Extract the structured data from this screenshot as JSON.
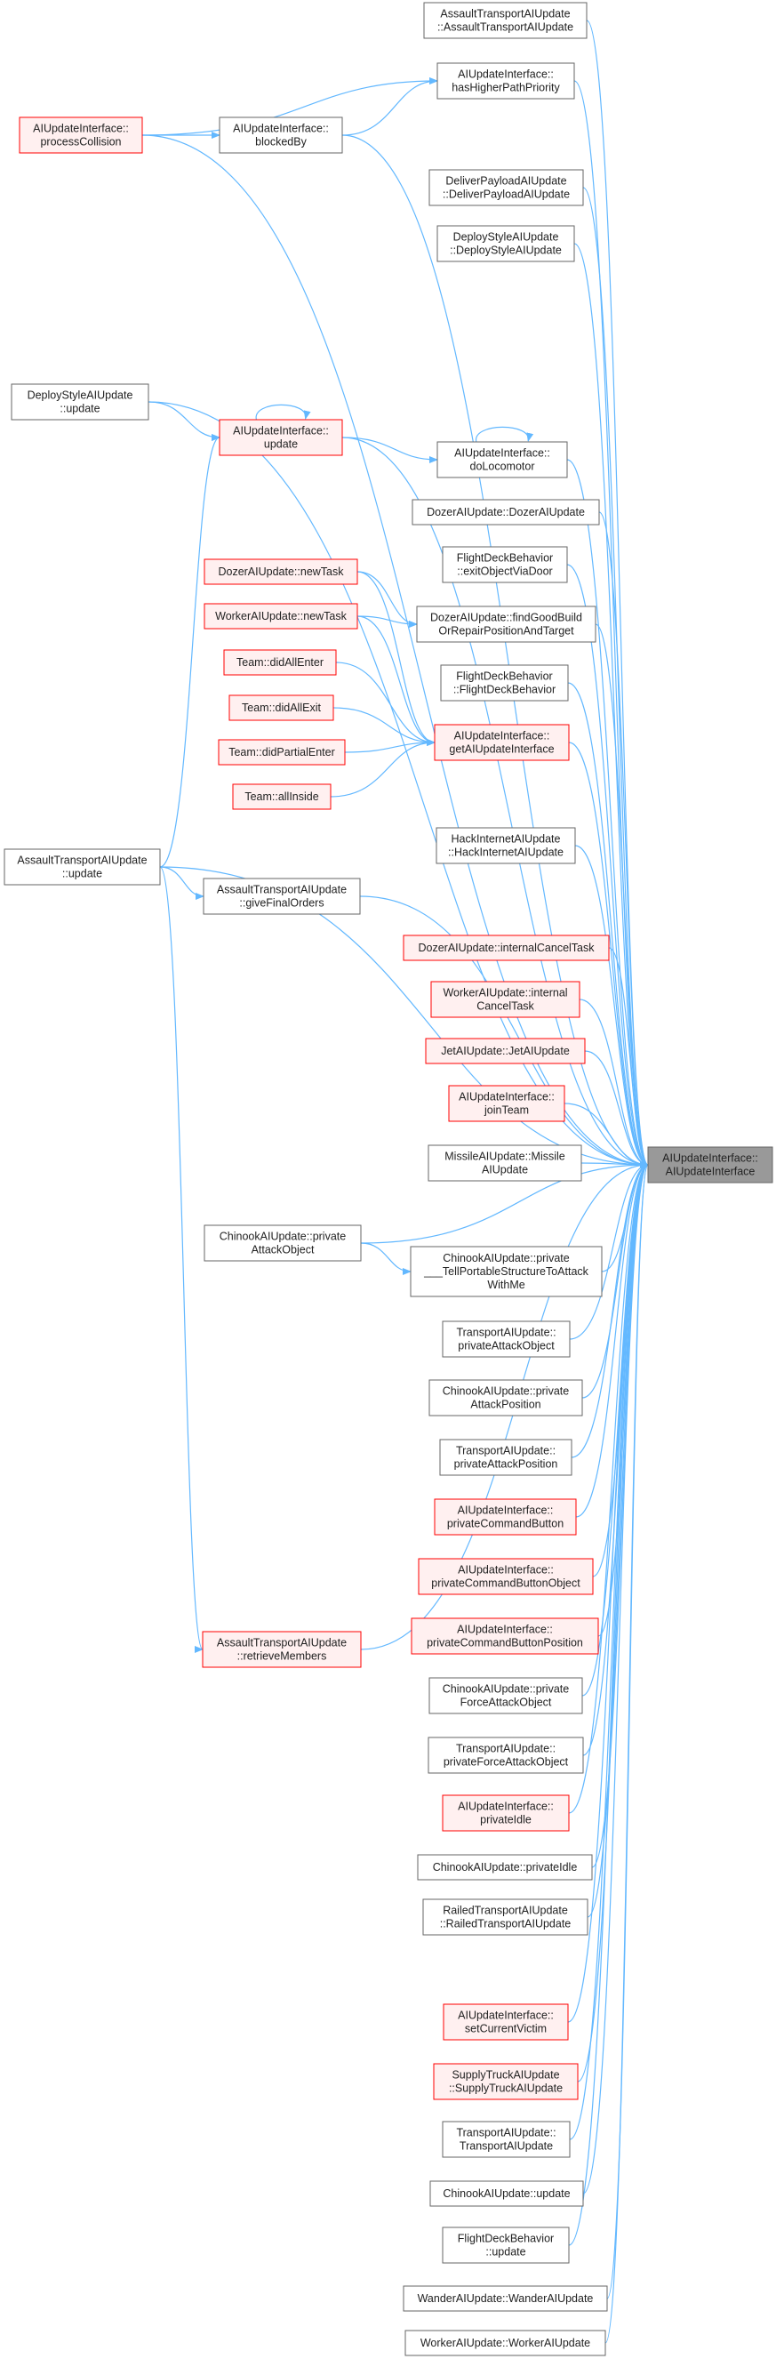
{
  "colors": {
    "edge": "#63b8ff",
    "normal_border": "#666666",
    "normal_fill": "#ffffff",
    "red_border": "#ff0000",
    "red_fill": "#fff0f0",
    "focus_fill": "#999999",
    "focus_border": "#666666"
  },
  "nodes": [
    {
      "id": "target",
      "style": "focus",
      "lines": [
        "AIUpdateInterface::",
        "AIUpdateInterface"
      ]
    },
    {
      "id": "atu_ctor",
      "style": "normal",
      "lines": [
        "AssaultTransportAIUpdate",
        "::AssaultTransportAIUpdate"
      ]
    },
    {
      "id": "hasHigherPathPriority",
      "style": "normal",
      "lines": [
        "AIUpdateInterface::",
        "hasHigherPathPriority"
      ]
    },
    {
      "id": "processCollision",
      "style": "red",
      "lines": [
        "AIUpdateInterface::",
        "processCollision"
      ]
    },
    {
      "id": "blockedBy",
      "style": "normal",
      "lines": [
        "AIUpdateInterface::",
        "blockedBy"
      ]
    },
    {
      "id": "deliverPayload_ctor",
      "style": "normal",
      "lines": [
        "DeliverPayloadAIUpdate",
        "::DeliverPayloadAIUpdate"
      ]
    },
    {
      "id": "deployStyle_ctor",
      "style": "normal",
      "lines": [
        "DeployStyleAIUpdate",
        "::DeployStyleAIUpdate"
      ]
    },
    {
      "id": "deployStyle_update",
      "style": "normal",
      "lines": [
        "DeployStyleAIUpdate",
        "::update"
      ]
    },
    {
      "id": "aiui_update",
      "style": "red",
      "lines": [
        "AIUpdateInterface::",
        "update"
      ]
    },
    {
      "id": "doLocomotor",
      "style": "normal",
      "lines": [
        "AIUpdateInterface::",
        "doLocomotor"
      ]
    },
    {
      "id": "dozer_ctor",
      "style": "normal",
      "lines": [
        "DozerAIUpdate::DozerAIUpdate"
      ]
    },
    {
      "id": "fdb_exitObjectViaDoor",
      "style": "normal",
      "lines": [
        "FlightDeckBehavior",
        "::exitObjectViaDoor"
      ]
    },
    {
      "id": "dozer_newTask",
      "style": "red",
      "lines": [
        "DozerAIUpdate::newTask"
      ]
    },
    {
      "id": "worker_newTask",
      "style": "red",
      "lines": [
        "WorkerAIUpdate::newTask"
      ]
    },
    {
      "id": "findGoodBuild",
      "style": "normal",
      "lines": [
        "DozerAIUpdate::findGoodBuild",
        "OrRepairPositionAndTarget"
      ]
    },
    {
      "id": "team_didAllEnter",
      "style": "red",
      "lines": [
        "Team::didAllEnter"
      ]
    },
    {
      "id": "fdb_ctor",
      "style": "normal",
      "lines": [
        "FlightDeckBehavior",
        "::FlightDeckBehavior"
      ]
    },
    {
      "id": "team_didAllExit",
      "style": "red",
      "lines": [
        "Team::didAllExit"
      ]
    },
    {
      "id": "getAIUpdateInterface",
      "style": "red",
      "lines": [
        "AIUpdateInterface::",
        "getAIUpdateInterface"
      ]
    },
    {
      "id": "team_didPartialEnter",
      "style": "red",
      "lines": [
        "Team::didPartialEnter"
      ]
    },
    {
      "id": "team_allInside",
      "style": "red",
      "lines": [
        "Team::allInside"
      ]
    },
    {
      "id": "hack_ctor",
      "style": "normal",
      "lines": [
        "HackInternetAIUpdate",
        "::HackInternetAIUpdate"
      ]
    },
    {
      "id": "atu_update",
      "style": "normal",
      "lines": [
        "AssaultTransportAIUpdate",
        "::update"
      ]
    },
    {
      "id": "atu_giveFinalOrders",
      "style": "normal",
      "lines": [
        "AssaultTransportAIUpdate",
        "::giveFinalOrders"
      ]
    },
    {
      "id": "dozer_internalCancelTask",
      "style": "red",
      "lines": [
        "DozerAIUpdate::internalCancelTask"
      ]
    },
    {
      "id": "worker_internalCancelTask",
      "style": "red",
      "lines": [
        "WorkerAIUpdate::internal",
        "CancelTask"
      ]
    },
    {
      "id": "jet_ctor",
      "style": "red",
      "lines": [
        "JetAIUpdate::JetAIUpdate"
      ]
    },
    {
      "id": "joinTeam",
      "style": "red",
      "lines": [
        "AIUpdateInterface::",
        "joinTeam"
      ]
    },
    {
      "id": "missile_ctor",
      "style": "normal",
      "lines": [
        "MissileAIUpdate::Missile",
        "AIUpdate"
      ]
    },
    {
      "id": "chinook_privateAttackObject",
      "style": "normal",
      "lines": [
        "ChinookAIUpdate::private",
        "AttackObject"
      ]
    },
    {
      "id": "chinook_tellPortable",
      "style": "normal",
      "lines": [
        "ChinookAIUpdate::private",
        "___TellPortableStructureToAttack",
        "WithMe"
      ]
    },
    {
      "id": "transport_privateAttackObject",
      "style": "normal",
      "lines": [
        "TransportAIUpdate::",
        "privateAttackObject"
      ]
    },
    {
      "id": "chinook_privateAttackPosition",
      "style": "normal",
      "lines": [
        "ChinookAIUpdate::private",
        "AttackPosition"
      ]
    },
    {
      "id": "transport_privateAttackPosition",
      "style": "normal",
      "lines": [
        "TransportAIUpdate::",
        "privateAttackPosition"
      ]
    },
    {
      "id": "privateCommandButton",
      "style": "red",
      "lines": [
        "AIUpdateInterface::",
        "privateCommandButton"
      ]
    },
    {
      "id": "privateCommandButtonObject",
      "style": "red",
      "lines": [
        "AIUpdateInterface::",
        "privateCommandButtonObject"
      ]
    },
    {
      "id": "privateCommandButtonPosition",
      "style": "red",
      "lines": [
        "AIUpdateInterface::",
        "privateCommandButtonPosition"
      ]
    },
    {
      "id": "atu_retrieveMembers",
      "style": "red",
      "lines": [
        "AssaultTransportAIUpdate",
        "::retrieveMembers"
      ]
    },
    {
      "id": "chinook_privateForceAttackObject",
      "style": "normal",
      "lines": [
        "ChinookAIUpdate::private",
        "ForceAttackObject"
      ]
    },
    {
      "id": "transport_privateForceAttackObject",
      "style": "normal",
      "lines": [
        "TransportAIUpdate::",
        "privateForceAttackObject"
      ]
    },
    {
      "id": "privateIdle",
      "style": "red",
      "lines": [
        "AIUpdateInterface::",
        "privateIdle"
      ]
    },
    {
      "id": "chinook_privateIdle",
      "style": "normal",
      "lines": [
        "ChinookAIUpdate::privateIdle"
      ]
    },
    {
      "id": "railed_ctor",
      "style": "normal",
      "lines": [
        "RailedTransportAIUpdate",
        "::RailedTransportAIUpdate"
      ]
    },
    {
      "id": "setCurrentVictim",
      "style": "red",
      "lines": [
        "AIUpdateInterface::",
        "setCurrentVictim"
      ]
    },
    {
      "id": "supplyTruck_ctor",
      "style": "red",
      "lines": [
        "SupplyTruckAIUpdate",
        "::SupplyTruckAIUpdate"
      ]
    },
    {
      "id": "transport_ctor",
      "style": "normal",
      "lines": [
        "TransportAIUpdate::",
        "TransportAIUpdate"
      ]
    },
    {
      "id": "chinook_update",
      "style": "normal",
      "lines": [
        "ChinookAIUpdate::update"
      ]
    },
    {
      "id": "fdb_update",
      "style": "normal",
      "lines": [
        "FlightDeckBehavior",
        "::update"
      ]
    },
    {
      "id": "wander_ctor",
      "style": "normal",
      "lines": [
        "WanderAIUpdate::WanderAIUpdate"
      ]
    },
    {
      "id": "worker_ctor",
      "style": "normal",
      "lines": [
        "WorkerAIUpdate::WorkerAIUpdate"
      ]
    }
  ],
  "edges": [
    {
      "from": "atu_ctor",
      "to": "target"
    },
    {
      "from": "hasHigherPathPriority",
      "to": "target"
    },
    {
      "from": "processCollision",
      "to": "hasHigherPathPriority"
    },
    {
      "from": "processCollision",
      "to": "blockedBy"
    },
    {
      "from": "processCollision",
      "to": "target"
    },
    {
      "from": "blockedBy",
      "to": "hasHigherPathPriority"
    },
    {
      "from": "blockedBy",
      "to": "target"
    },
    {
      "from": "deliverPayload_ctor",
      "to": "target"
    },
    {
      "from": "deployStyle_ctor",
      "to": "target"
    },
    {
      "from": "deployStyle_update",
      "to": "target"
    },
    {
      "from": "deployStyle_update",
      "to": "aiui_update"
    },
    {
      "from": "aiui_update",
      "to": "aiui_update"
    },
    {
      "from": "aiui_update",
      "to": "doLocomotor"
    },
    {
      "from": "aiui_update",
      "to": "target"
    },
    {
      "from": "doLocomotor",
      "to": "doLocomotor"
    },
    {
      "from": "doLocomotor",
      "to": "target"
    },
    {
      "from": "dozer_ctor",
      "to": "target"
    },
    {
      "from": "fdb_exitObjectViaDoor",
      "to": "target"
    },
    {
      "from": "dozer_newTask",
      "to": "findGoodBuild"
    },
    {
      "from": "dozer_newTask",
      "to": "getAIUpdateInterface"
    },
    {
      "from": "worker_newTask",
      "to": "findGoodBuild"
    },
    {
      "from": "worker_newTask",
      "to": "getAIUpdateInterface"
    },
    {
      "from": "findGoodBuild",
      "to": "target"
    },
    {
      "from": "team_didAllEnter",
      "to": "getAIUpdateInterface"
    },
    {
      "from": "fdb_ctor",
      "to": "target"
    },
    {
      "from": "team_didAllExit",
      "to": "getAIUpdateInterface"
    },
    {
      "from": "getAIUpdateInterface",
      "to": "target"
    },
    {
      "from": "team_didPartialEnter",
      "to": "getAIUpdateInterface"
    },
    {
      "from": "team_allInside",
      "to": "getAIUpdateInterface"
    },
    {
      "from": "hack_ctor",
      "to": "target"
    },
    {
      "from": "atu_update",
      "to": "target"
    },
    {
      "from": "atu_update",
      "to": "aiui_update"
    },
    {
      "from": "atu_update",
      "to": "atu_giveFinalOrders"
    },
    {
      "from": "atu_update",
      "to": "atu_retrieveMembers"
    },
    {
      "from": "atu_giveFinalOrders",
      "to": "target"
    },
    {
      "from": "dozer_internalCancelTask",
      "to": "target"
    },
    {
      "from": "worker_internalCancelTask",
      "to": "target"
    },
    {
      "from": "jet_ctor",
      "to": "target"
    },
    {
      "from": "joinTeam",
      "to": "target"
    },
    {
      "from": "missile_ctor",
      "to": "target"
    },
    {
      "from": "chinook_privateAttackObject",
      "to": "target"
    },
    {
      "from": "chinook_privateAttackObject",
      "to": "chinook_tellPortable"
    },
    {
      "from": "chinook_tellPortable",
      "to": "target"
    },
    {
      "from": "transport_privateAttackObject",
      "to": "target"
    },
    {
      "from": "chinook_privateAttackPosition",
      "to": "target"
    },
    {
      "from": "transport_privateAttackPosition",
      "to": "target"
    },
    {
      "from": "privateCommandButton",
      "to": "target"
    },
    {
      "from": "privateCommandButtonObject",
      "to": "target"
    },
    {
      "from": "privateCommandButtonPosition",
      "to": "target"
    },
    {
      "from": "atu_retrieveMembers",
      "to": "target"
    },
    {
      "from": "chinook_privateForceAttackObject",
      "to": "target"
    },
    {
      "from": "transport_privateForceAttackObject",
      "to": "target"
    },
    {
      "from": "privateIdle",
      "to": "target"
    },
    {
      "from": "chinook_privateIdle",
      "to": "target"
    },
    {
      "from": "railed_ctor",
      "to": "target"
    },
    {
      "from": "setCurrentVictim",
      "to": "target"
    },
    {
      "from": "supplyTruck_ctor",
      "to": "target"
    },
    {
      "from": "transport_ctor",
      "to": "target"
    },
    {
      "from": "chinook_update",
      "to": "target"
    },
    {
      "from": "fdb_update",
      "to": "target"
    },
    {
      "from": "wander_ctor",
      "to": "target"
    },
    {
      "from": "worker_ctor",
      "to": "target"
    }
  ]
}
